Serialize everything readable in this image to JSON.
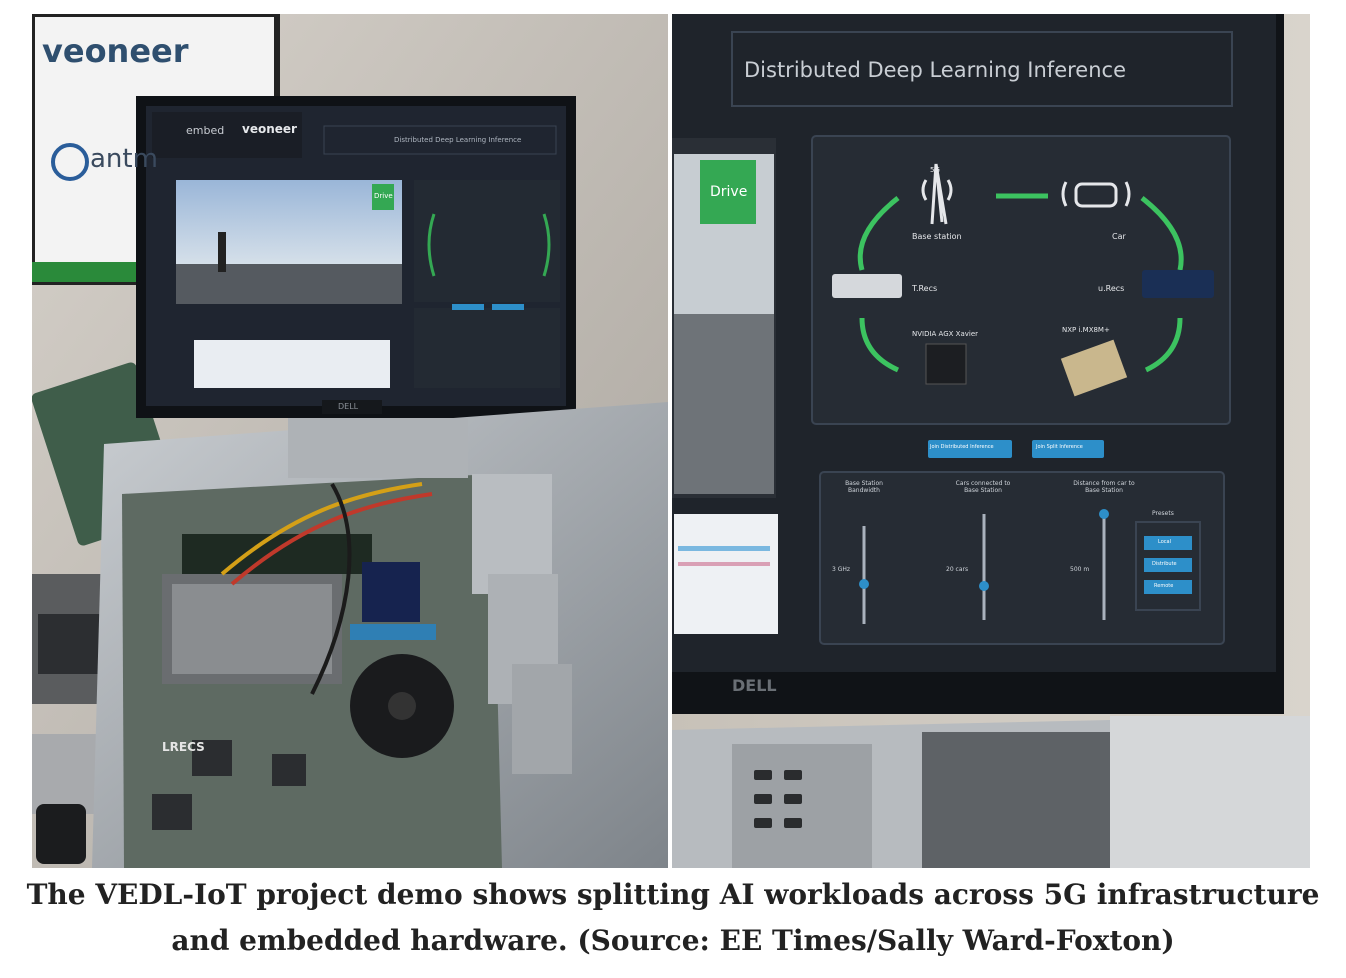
{
  "photo": {
    "left_panel": {
      "brand_sign": "veoneer",
      "partner_sign": "antm",
      "monitor": {
        "logo_left": "embed",
        "logo_right": "veoneer",
        "title": "Distributed Deep Learning Inference",
        "drive_button": "Drive",
        "brand": "DELL"
      },
      "board_label": "LRECS"
    },
    "right_panel": {
      "title": "Distributed Deep Learning Inference",
      "drive_button": "Drive",
      "diagram": {
        "base_station_tag": "5G",
        "nodes": {
          "base_station": "Base station",
          "car": "Car",
          "t_recs": "T.Recs",
          "u_recs": "u.Recs",
          "nvidia": "NVIDIA AGX Xavier",
          "nxp": "NXP i.MX8M+"
        }
      },
      "buttons": {
        "distributed": "Join Distributed Inference",
        "split": "Join Split Inference"
      },
      "controls": {
        "bandwidth_label": "Base Station Bandwidth",
        "bandwidth_value": "3 GHz",
        "cars_label": "Cars connected to Base Station",
        "cars_value": "20 cars",
        "distance_label": "Distance from car to Base Station",
        "distance_value": "500 m",
        "presets_label": "Presets",
        "presets": [
          "Local",
          "Distribute",
          "Remote"
        ]
      },
      "monitor_brand": "DELL"
    }
  },
  "caption": "The VEDL-IoT project demo shows splitting AI workloads across 5G infrastructure and embedded hardware. (Source: EE Times/Sally Ward-Foxton)",
  "colors": {
    "screen_bg": "#1f242b",
    "accent_green": "#2fa84f",
    "button_blue": "#2d8fc9",
    "caption_text": "#222222"
  }
}
